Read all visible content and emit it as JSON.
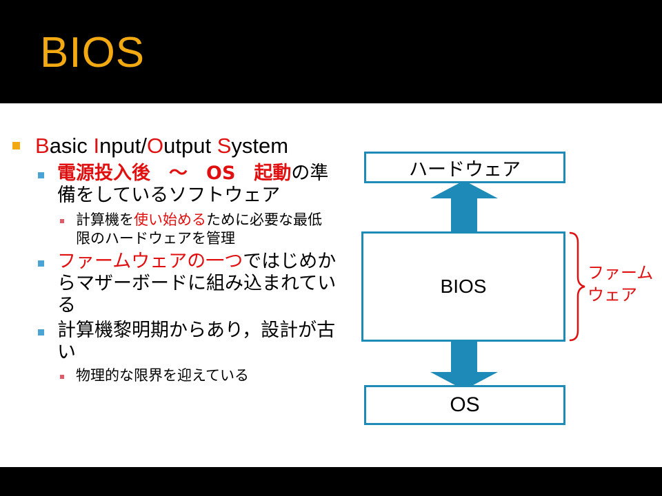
{
  "slide": {
    "title": "BIOS"
  },
  "bullets": {
    "l1": [
      {
        "text": "B",
        "red": true
      },
      {
        "text": "asic ",
        "red": false
      },
      {
        "text": "I",
        "red": true
      },
      {
        "text": "nput/",
        "red": false
      },
      {
        "text": "O",
        "red": true
      },
      {
        "text": "utput ",
        "red": false
      },
      {
        "text": "S",
        "red": true
      },
      {
        "text": "ystem",
        "red": false
      }
    ],
    "item1": {
      "red": "電源投入後　～　OS　起動",
      "rest": "の準備をしているソフトウェア",
      "sub": {
        "pre": "計算機を",
        "red": "使い始める",
        "post": "ために必要な最低限のハードウェアを管理"
      }
    },
    "item2": {
      "red": "ファームウェアの一つ",
      "rest": "ではじめからマザーボードに組み込まれている"
    },
    "item3": {
      "text": "計算機黎明期からあり，設計が古い",
      "sub": "物理的な限界を迎えている"
    }
  },
  "diagram": {
    "hardware": "ハードウェア",
    "bios": "BIOS",
    "os": "OS",
    "firmware_label": "ファームウェア",
    "color": "#1d8ab8",
    "label_color": "#e01010"
  }
}
